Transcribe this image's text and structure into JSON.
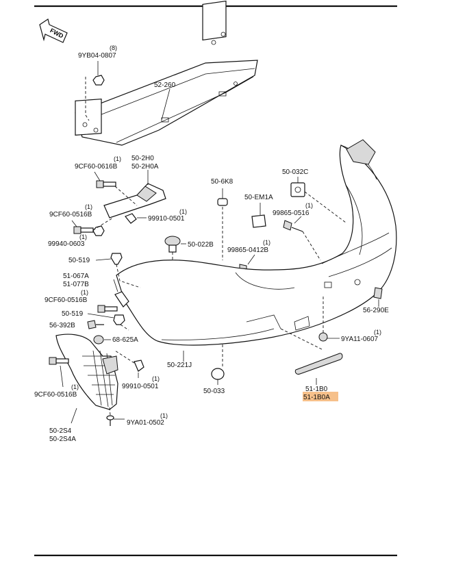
{
  "direction_label": "FWD",
  "highlight_color": "#f6c08a",
  "callouts": [
    {
      "id": "9YB04-0807",
      "qty": "(8)"
    },
    {
      "id": "52-260",
      "qty": ""
    },
    {
      "id": "50-2H0",
      "qty": ""
    },
    {
      "id": "50-2H0A",
      "qty": ""
    },
    {
      "id": "9CF60-0616B",
      "qty": "(1)"
    },
    {
      "id": "9CF60-0516B",
      "qty": "(1)"
    },
    {
      "id": "99910-0501",
      "qty": "(1)"
    },
    {
      "id": "99940-0603",
      "qty": "(1)"
    },
    {
      "id": "50-6K8",
      "qty": ""
    },
    {
      "id": "50-032C",
      "qty": ""
    },
    {
      "id": "50-EM1A",
      "qty": ""
    },
    {
      "id": "99865-0516",
      "qty": "(1)"
    },
    {
      "id": "50-022B",
      "qty": ""
    },
    {
      "id": "99865-0412B",
      "qty": "(1)"
    },
    {
      "id": "50-519",
      "qty": ""
    },
    {
      "id": "51-067A",
      "qty": ""
    },
    {
      "id": "51-077B",
      "qty": ""
    },
    {
      "id": "9CF60-0516B",
      "qty": "(1)"
    },
    {
      "id": "50-519",
      "qty": ""
    },
    {
      "id": "56-392B",
      "qty": ""
    },
    {
      "id": "68-625A",
      "qty": ""
    },
    {
      "id": "56-290E",
      "qty": ""
    },
    {
      "id": "9YA11-0607",
      "qty": "(1)"
    },
    {
      "id": "50-221J",
      "qty": ""
    },
    {
      "id": "9CF60-0516B",
      "qty": "(1)"
    },
    {
      "id": "99910-0501",
      "qty": "(1)"
    },
    {
      "id": "50-033",
      "qty": ""
    },
    {
      "id": "51-1B0",
      "qty": ""
    },
    {
      "id": "51-1B0A",
      "qty": "",
      "highlighted": true
    },
    {
      "id": "50-2S4",
      "qty": ""
    },
    {
      "id": "50-2S4A",
      "qty": ""
    },
    {
      "id": "9YA01-0502",
      "qty": "(1)"
    }
  ]
}
